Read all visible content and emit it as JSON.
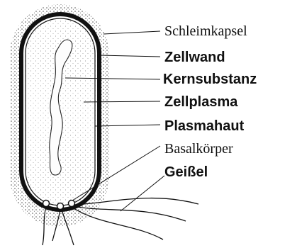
{
  "labels": {
    "capsule": "Schleimkapsel",
    "cell_wall": "Zellwand",
    "nucleoid": "Kernsubstanz",
    "cytoplasm": "Zellplasma",
    "plasma_membrane": "Plasmahaut",
    "basal_body": "Basalkörper",
    "flagellum": "Geißel"
  }
}
